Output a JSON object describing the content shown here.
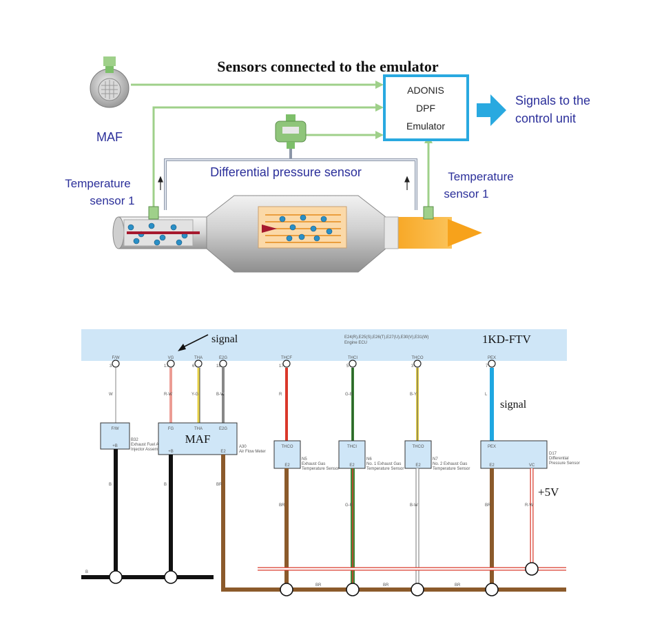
{
  "top": {
    "title": "Sensors connected to the emulator",
    "maf_label": "MAF",
    "emulator_lines": [
      "ADONIS",
      "DPF",
      "Emulator"
    ],
    "output_lines": [
      "Signals to the",
      "control unit"
    ],
    "diff_pressure_label": "Differential pressure sensor",
    "temp_left_lines": [
      "Temperature",
      "sensor 1"
    ],
    "temp_right_lines": [
      "Temperature",
      "sensor 1"
    ]
  },
  "colors": {
    "green_line": "#9fd08a",
    "emulator_border": "#29a9e0",
    "arrow_blue": "#29a9e0",
    "label_blue": "#2b2f9a",
    "ecu_band": "#cfe6f7",
    "wire_brown": "#8b5a2b",
    "wire_red": "#d9382a",
    "wire_green": "#3e8a3a",
    "wire_yellow": "#e8d24a",
    "wire_cyan": "#1ea7e1",
    "wire_black": "#111111",
    "exhaust_orange": "#f7a21b"
  },
  "bottom": {
    "ecu_name": "1KD-FTV",
    "ecu_connectors": "E24(R),E25(S),E26(T),E27(U),E30(V),E31(W)",
    "ecu_sub": "Engine ECU",
    "signal_top": "signal",
    "signal_right": "signal",
    "plus5v": "+5V",
    "maf_big": "MAF",
    "pins": [
      "F/W",
      "VG",
      "THA",
      "E2G",
      "THCF",
      "THCI",
      "THCO",
      "PEX"
    ],
    "pin_nums": [
      "3",
      "17",
      "6",
      "18",
      "17",
      "5",
      "3",
      "7"
    ],
    "wire_codes": [
      "W",
      "R-W",
      "Y-G",
      "B-W",
      "R",
      "G-B",
      "B-Y",
      "L"
    ],
    "components": {
      "fw": {
        "top": "F/W",
        "bottom": "+B",
        "desc": [
          "B32",
          "Exhaust Fuel Addition",
          "Injector Assembly"
        ]
      },
      "maf": {
        "pins_top": [
          "FG",
          "THA",
          "E2G"
        ],
        "pins_bottom": [
          "+B",
          "E2"
        ],
        "desc": [
          "A30",
          "Air Flow Meter"
        ]
      },
      "thcf": {
        "top": "THCO",
        "bottom": "E2",
        "desc": [
          "N5",
          "Exhaust Gas",
          "Temperature Sensor"
        ]
      },
      "thci": {
        "top": "THCI",
        "bottom": "E2",
        "desc": [
          "N6",
          "No. 1 Exhaust Gas",
          "Temperature Sensor"
        ]
      },
      "thco": {
        "top": "THCO",
        "bottom": "E2",
        "desc": [
          "N7",
          "No. 2 Exhaust Gas",
          "Temperature Sensor"
        ]
      },
      "pex": {
        "top": "PEX",
        "bottom": [
          "E2",
          "VC"
        ],
        "desc": [
          "D17",
          "Differential",
          "Pressure Sensor"
        ]
      }
    },
    "lower_codes": [
      "B",
      "B",
      "BR",
      "BR",
      "G-R",
      "B-W",
      "BR",
      "R-W"
    ],
    "bus_codes": [
      "B",
      "BR",
      "BR",
      "BR"
    ]
  }
}
